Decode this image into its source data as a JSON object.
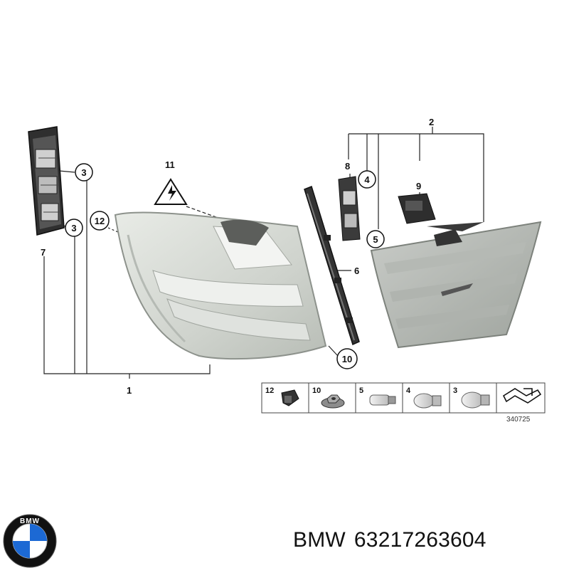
{
  "callouts": {
    "c1": "1",
    "c2": "2",
    "c3a": "3",
    "c3b": "3",
    "c4": "4",
    "c5": "5",
    "c6": "6",
    "c7": "7",
    "c8": "8",
    "c9": "9",
    "c10": "10",
    "c11": "11",
    "c12": "12"
  },
  "legend": {
    "items": [
      "12",
      "10",
      "5",
      "4",
      "3"
    ],
    "reference": "340725"
  },
  "brand": {
    "name": "BMW",
    "part_number": "63217263604",
    "logo_text": "BMW"
  },
  "colors": {
    "lamp_body": "#d9dcd7",
    "lamp_edge": "#9aa09a",
    "dark_part": "#3a3a3a",
    "logo_blue": "#1c69d4"
  }
}
